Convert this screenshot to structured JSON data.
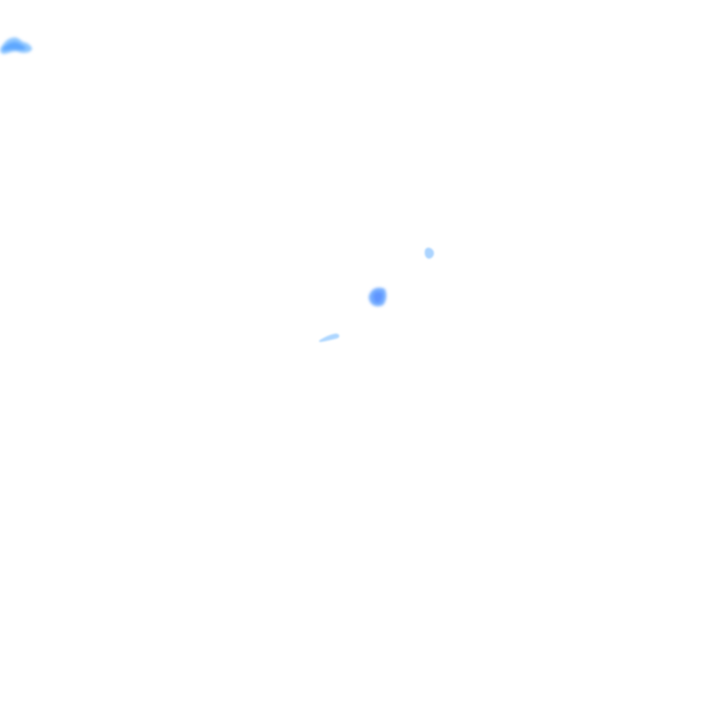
{
  "map": {
    "background_color": "#ffffff",
    "feature_colors": {
      "light_blue": "#8ec9ff",
      "mid_blue": "#4f9dff",
      "deep_blue": "#3b72ff"
    },
    "features": [
      {
        "kind": "blob",
        "color": "#7fbfff"
      },
      {
        "kind": "blob",
        "color": "#a7d2ff"
      },
      {
        "kind": "blob",
        "color": "#6aa7ff"
      },
      {
        "kind": "streak",
        "color": "#a9d4ff"
      }
    ]
  }
}
